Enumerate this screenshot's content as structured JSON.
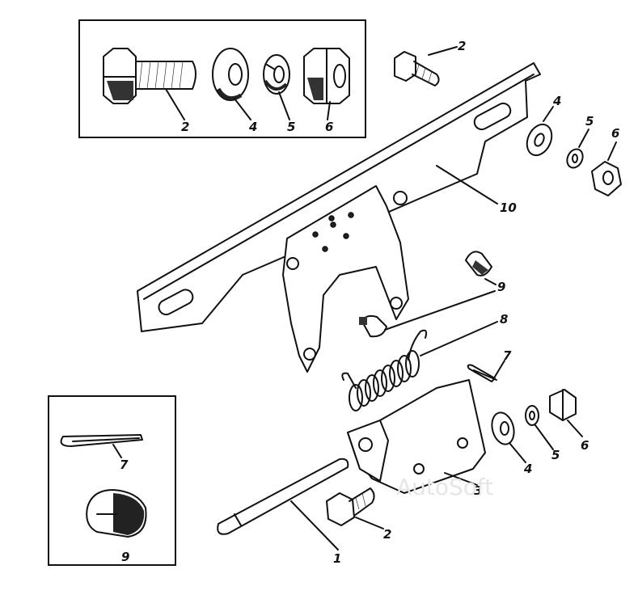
{
  "labels": {
    "inset_top": [
      "2",
      "4",
      "5",
      "6"
    ],
    "bolt_top": "2",
    "washer_right": "4",
    "spring_washer_right": "5",
    "nut_right": "6",
    "bracket": "10",
    "plug": "9",
    "spring": "8",
    "cotter_pin": "7",
    "washer_bottom": "4",
    "spring_washer_bottom": "5",
    "nut_bottom": "6",
    "pedal_plate": "3",
    "bolt_bottom": "2",
    "axle": "1",
    "inset_bottom_pin": "7",
    "inset_bottom_plug": "9"
  },
  "watermark": "AutoSoft"
}
